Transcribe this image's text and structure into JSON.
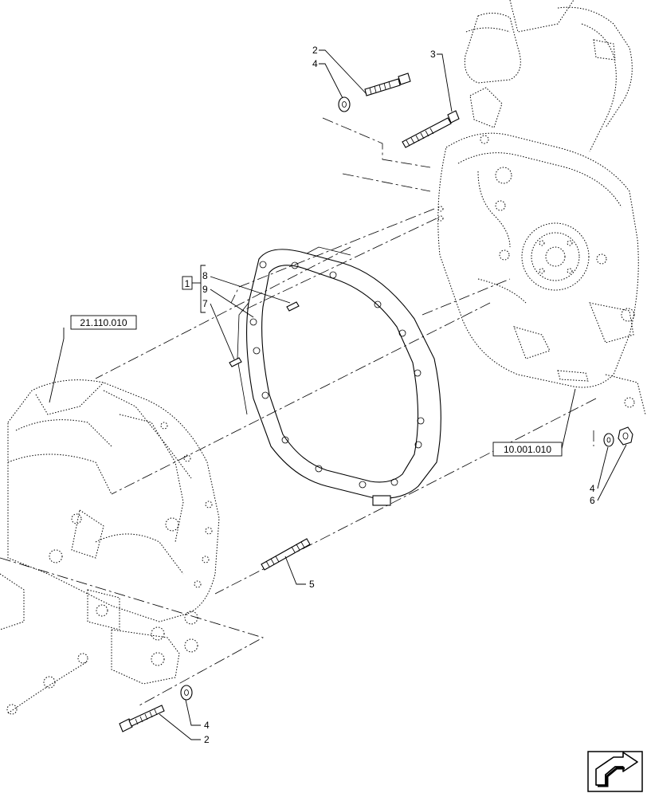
{
  "references": {
    "transmission_housing": "21.110.010",
    "engine": "10.001.010"
  },
  "kit_box_label": "1",
  "callouts": {
    "bolt_top_left": "2",
    "washer_top_left": "4",
    "bolt_top_right": "3",
    "pin_8": "8",
    "pin_9": "9",
    "pin_7": "7",
    "washer_right": "4",
    "nut_right": "6",
    "stud": "5",
    "washer_bottom": "4",
    "bolt_bottom": "2"
  },
  "nav_icon": "next-page-arrow-icon"
}
